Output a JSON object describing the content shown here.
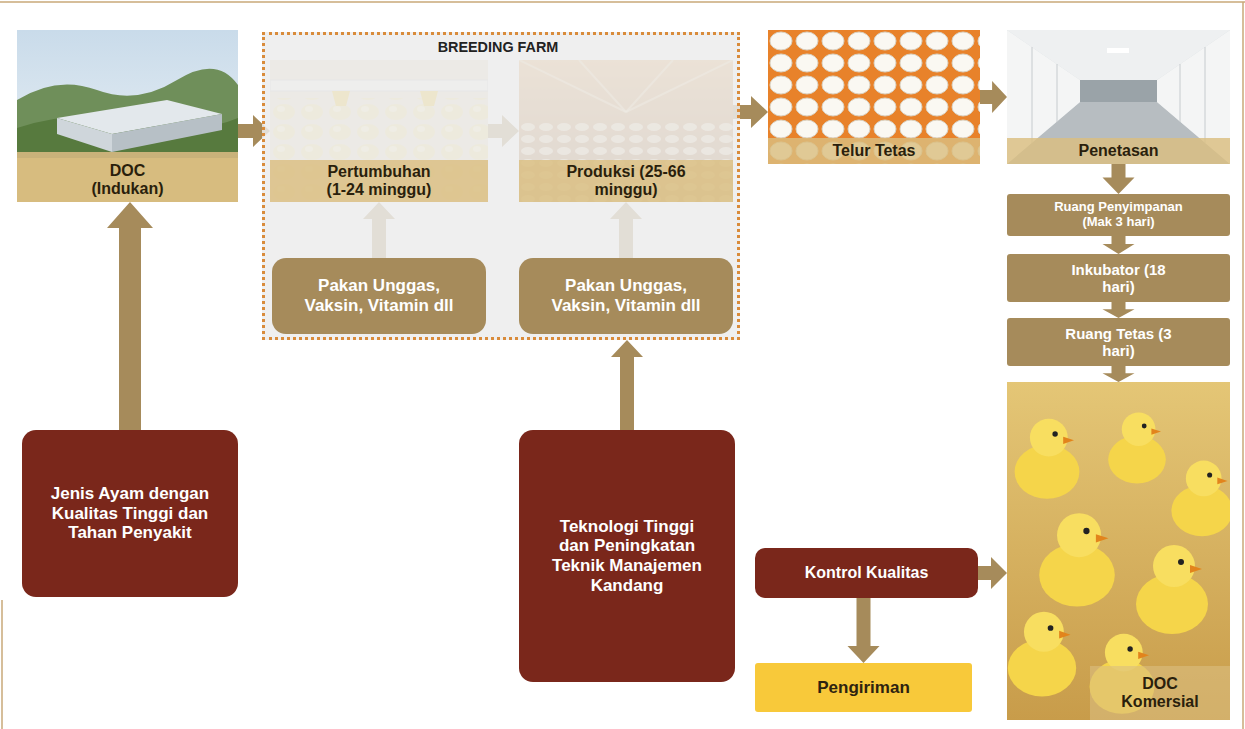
{
  "diagram": {
    "nodes": [
      {
        "text": [
          "DOC (Indukan)"
        ]
      },
      {
        "text": [
          "BREEDING FARM"
        ]
      },
      {
        "text": [
          "Pertumbuhan (1-24 minggu)"
        ],
        "in": 1
      },
      {
        "text": [
          "Produksi (25-66 minggu)"
        ],
        "in": 1
      },
      {
        "text": [
          "Pakan Unggas, Vaksin, Vitamin dll"
        ],
        "in": 1
      },
      {
        "text": [
          "Pakan Unggas, Vaksin, Vitamin dll"
        ],
        "in": 1
      },
      {
        "text": [
          "Telur Tetas"
        ]
      },
      {
        "text": [
          "Penetasan"
        ]
      },
      {
        "text": [
          "Ruang Penyimpanan (Mak 3 hari)"
        ]
      },
      {
        "text": [
          "Inkubator (18 hari)"
        ]
      },
      {
        "text": [
          "Ruang Tetas (3 hari)"
        ]
      },
      {
        "text": [
          "Jenis Ayam dengan Kualitas Tinggi dan Tahan Penyakit"
        ]
      },
      {
        "text": [
          "Teknologi Tinggi dan Peningkatan Teknik Manajemen Kandang"
        ]
      },
      {
        "text": [
          "Kontrol Kualitas"
        ]
      },
      {
        "text": [
          "DOC Komersial"
        ]
      },
      {
        "text": [
          "Pengiriman"
        ]
      }
    ],
    "edges": [
      {
        "from": 0,
        "to": 2,
        "arrow": "to"
      },
      {
        "from": 2,
        "to": 3,
        "arrow": "to"
      },
      {
        "from": 3,
        "to": 6,
        "arrow": "to"
      },
      {
        "from": 6,
        "to": 7,
        "arrow": "to"
      },
      {
        "from": 7,
        "to": 8,
        "arrow": "to"
      },
      {
        "from": 8,
        "to": 9,
        "arrow": "to"
      },
      {
        "from": 9,
        "to": 10,
        "arrow": "to"
      },
      {
        "from": 10,
        "to": 14,
        "arrow": "to"
      },
      {
        "from": 4,
        "to": 2,
        "arrow": "to"
      },
      {
        "from": 5,
        "to": 3,
        "arrow": "to"
      },
      {
        "from": 11,
        "to": 0,
        "arrow": "to"
      },
      {
        "from": 12,
        "to": 1,
        "arrow": "to"
      },
      {
        "from": 13,
        "to": 14,
        "arrow": "to"
      },
      {
        "from": 13,
        "to": 15,
        "arrow": "to"
      }
    ]
  }
}
